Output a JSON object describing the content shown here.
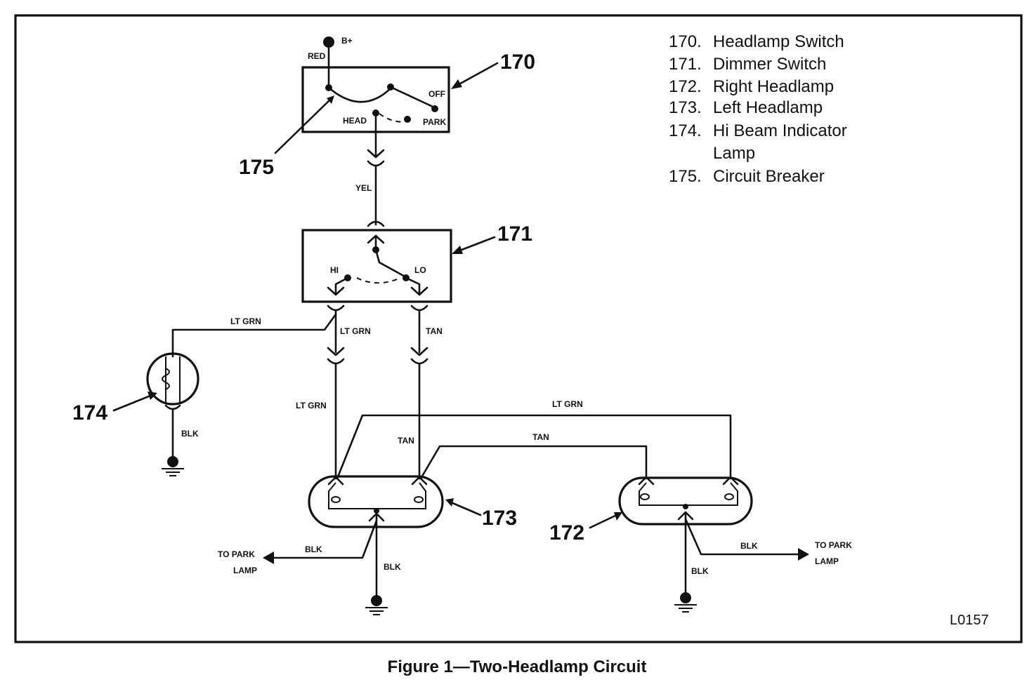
{
  "caption": "Figure 1—Two-Headlamp Circuit",
  "figure_id": "L0157",
  "legend": [
    {
      "num": "170.",
      "text": "Headlamp Switch"
    },
    {
      "num": "171.",
      "text": "Dimmer Switch"
    },
    {
      "num": "172.",
      "text": "Right Headlamp"
    },
    {
      "num": "173.",
      "text": "Left Headlamp"
    },
    {
      "num": "174.",
      "text": "Hi Beam Indicator",
      "text2": "Lamp"
    },
    {
      "num": "175.",
      "text": "Circuit Breaker"
    }
  ],
  "callouts": {
    "c170": "170",
    "c171": "171",
    "c172": "172",
    "c173": "173",
    "c174": "174",
    "c175": "175"
  },
  "switch_labels": {
    "bplus": "B+",
    "red": "RED",
    "off": "OFF",
    "head": "HEAD",
    "park": "PARK",
    "hi": "HI",
    "lo": "LO"
  },
  "wire_labels": {
    "yel": "YEL",
    "lt_grn_top": "LT GRN",
    "lt_grn_mid": "LT GRN",
    "tan_mid": "TAN",
    "lt_grn_left": "LT GRN",
    "tan_left": "TAN",
    "lt_grn_cross": "LT GRN",
    "tan_cross": "TAN",
    "blk_174": "BLK",
    "blk_park_left": "BLK",
    "blk_ground_left": "BLK",
    "blk_park_right": "BLK",
    "blk_ground_right": "BLK"
  },
  "park_left": {
    "line1": "TO PARK",
    "line2": "LAMP"
  },
  "park_right": {
    "line1": "TO PARK",
    "line2": "LAMP"
  }
}
